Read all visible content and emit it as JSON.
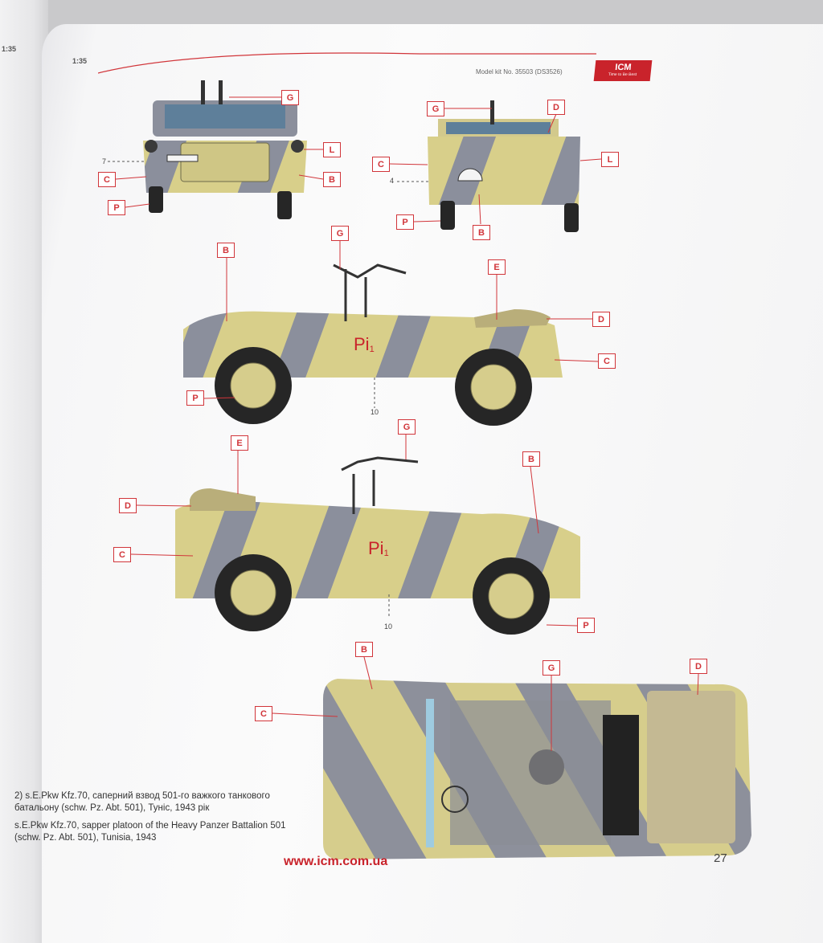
{
  "header": {
    "scale_prev": "1:35",
    "scale": "1:35",
    "kit_number": "Model kit No. 35503 (DS3526)",
    "logo_text": "ICM",
    "logo_tagline": "Time to Be Best"
  },
  "views": {
    "front": {
      "callouts": [
        "G",
        "L",
        "B",
        "C",
        "P"
      ],
      "dim": "7"
    },
    "rear": {
      "callouts": [
        "G",
        "D",
        "L",
        "C",
        "P",
        "B"
      ],
      "dim": "4"
    },
    "left": {
      "callouts": [
        "B",
        "G",
        "E",
        "D",
        "C",
        "P"
      ],
      "marking": "Pi",
      "marking_sub": "1",
      "dim": "10"
    },
    "right": {
      "callouts": [
        "E",
        "G",
        "B",
        "D",
        "C",
        "P"
      ],
      "marking": "Pi",
      "marking_sub": "1",
      "dim": "10"
    },
    "top": {
      "callouts": [
        "B",
        "G",
        "D",
        "C"
      ]
    }
  },
  "caption": {
    "ukrainian": "2) s.E.Pkw Kfz.70, саперний взвод 501-го важкого танкового батальону (schw. Pz. Abt. 501), Туніс, 1943 рік",
    "english": "s.E.Pkw Kfz.70, sapper platoon of the Heavy Panzer Battalion 501 (schw. Pz. Abt. 501), Tunisia, 1943"
  },
  "footer": {
    "website": "www.icm.com.ua",
    "page_number": "27"
  },
  "colors": {
    "accent_red": "#d1353a",
    "camo_sand": "#d8cf8a",
    "camo_grey": "#8b8f9c",
    "tyre": "#262626"
  }
}
